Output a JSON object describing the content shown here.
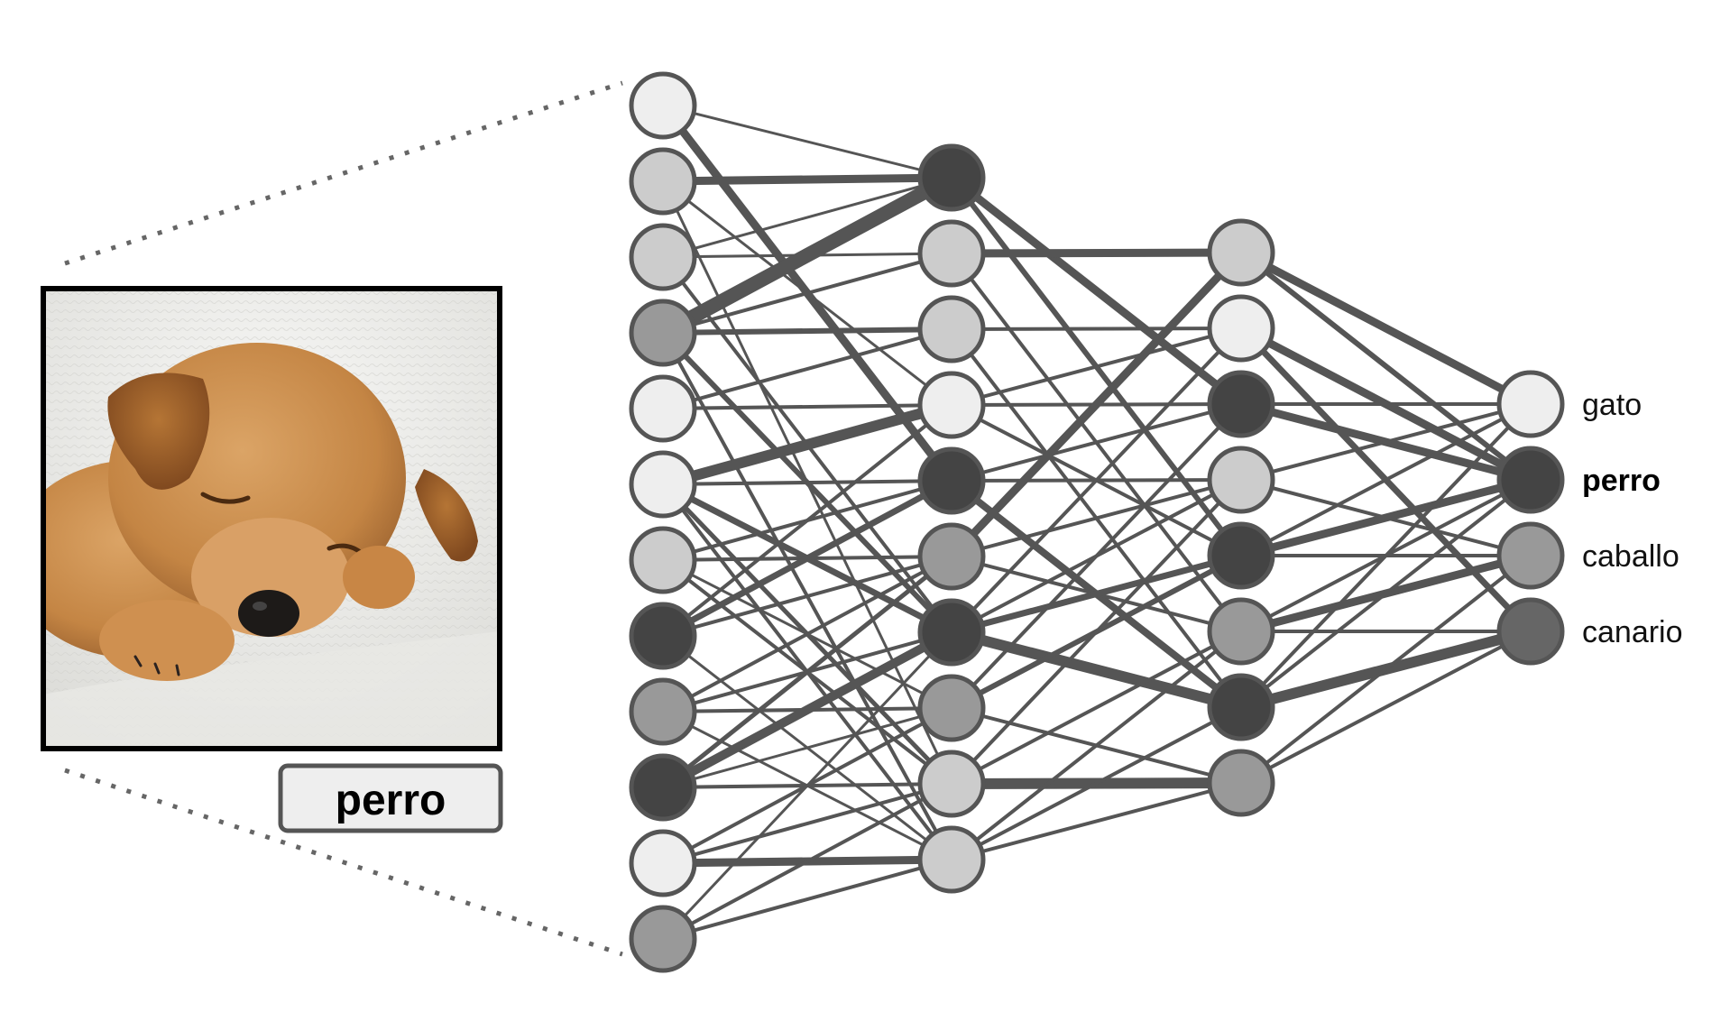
{
  "input_label": "perro",
  "output_labels": [
    {
      "text": "gato",
      "bold": false
    },
    {
      "text": "perro",
      "bold": true
    },
    {
      "text": "caballo",
      "bold": false
    },
    {
      "text": "canario",
      "bold": false
    }
  ],
  "layers": [
    [
      "#eeeeee",
      "#cccccc",
      "#cccccc",
      "#999999",
      "#eeeeee",
      "#eeeeee",
      "#cccccc",
      "#444444",
      "#999999",
      "#444444",
      "#eeeeee",
      "#999999"
    ],
    [
      "#444444",
      "#cccccc",
      "#cccccc",
      "#eeeeee",
      "#444444",
      "#999999",
      "#444444",
      "#999999",
      "#cccccc",
      "#cccccc"
    ],
    [
      "#cccccc",
      "#eeeeee",
      "#444444",
      "#cccccc",
      "#444444",
      "#999999",
      "#444444",
      "#999999"
    ],
    [
      "#eeeeee",
      "#444444",
      "#999999",
      "#666666"
    ]
  ],
  "edges": [
    [
      0,
      0,
      1,
      0,
      3
    ],
    [
      0,
      0,
      1,
      4,
      9
    ],
    [
      0,
      1,
      1,
      0,
      9
    ],
    [
      0,
      1,
      1,
      3,
      3
    ],
    [
      0,
      1,
      1,
      8,
      3
    ],
    [
      0,
      2,
      1,
      0,
      3
    ],
    [
      0,
      2,
      1,
      1,
      3
    ],
    [
      0,
      2,
      1,
      6,
      4
    ],
    [
      0,
      3,
      1,
      0,
      16
    ],
    [
      0,
      3,
      1,
      1,
      4
    ],
    [
      0,
      3,
      1,
      2,
      6
    ],
    [
      0,
      3,
      1,
      6,
      6
    ],
    [
      0,
      3,
      1,
      9,
      4
    ],
    [
      0,
      4,
      1,
      2,
      4
    ],
    [
      0,
      4,
      1,
      3,
      4
    ],
    [
      0,
      5,
      1,
      3,
      12
    ],
    [
      0,
      5,
      1,
      4,
      4
    ],
    [
      0,
      5,
      1,
      6,
      7
    ],
    [
      0,
      5,
      1,
      8,
      5
    ],
    [
      0,
      5,
      1,
      9,
      4
    ],
    [
      0,
      6,
      1,
      4,
      4
    ],
    [
      0,
      6,
      1,
      5,
      4
    ],
    [
      0,
      6,
      1,
      8,
      4
    ],
    [
      0,
      6,
      1,
      7,
      3
    ],
    [
      0,
      7,
      1,
      4,
      7
    ],
    [
      0,
      7,
      1,
      5,
      4
    ],
    [
      0,
      7,
      1,
      3,
      4
    ],
    [
      0,
      7,
      1,
      9,
      3
    ],
    [
      0,
      8,
      1,
      5,
      4
    ],
    [
      0,
      8,
      1,
      7,
      4
    ],
    [
      0,
      8,
      1,
      6,
      4
    ],
    [
      0,
      8,
      1,
      9,
      3
    ],
    [
      0,
      9,
      1,
      6,
      10
    ],
    [
      0,
      9,
      1,
      5,
      5
    ],
    [
      0,
      9,
      1,
      8,
      4
    ],
    [
      0,
      9,
      1,
      7,
      3
    ],
    [
      0,
      10,
      1,
      9,
      9
    ],
    [
      0,
      10,
      1,
      7,
      4
    ],
    [
      0,
      10,
      1,
      8,
      4
    ],
    [
      0,
      11,
      1,
      8,
      4
    ],
    [
      0,
      11,
      1,
      9,
      4
    ],
    [
      0,
      11,
      1,
      6,
      3
    ],
    [
      1,
      0,
      2,
      2,
      9
    ],
    [
      1,
      0,
      2,
      4,
      6
    ],
    [
      1,
      1,
      2,
      0,
      9
    ],
    [
      1,
      1,
      2,
      5,
      4
    ],
    [
      1,
      2,
      2,
      1,
      4
    ],
    [
      1,
      2,
      2,
      6,
      4
    ],
    [
      1,
      3,
      2,
      1,
      4
    ],
    [
      1,
      3,
      2,
      2,
      4
    ],
    [
      1,
      3,
      2,
      4,
      4
    ],
    [
      1,
      4,
      2,
      3,
      4
    ],
    [
      1,
      4,
      2,
      6,
      8
    ],
    [
      1,
      4,
      2,
      2,
      4
    ],
    [
      1,
      5,
      2,
      0,
      9
    ],
    [
      1,
      5,
      2,
      3,
      4
    ],
    [
      1,
      5,
      2,
      5,
      4
    ],
    [
      1,
      6,
      2,
      6,
      12
    ],
    [
      1,
      6,
      2,
      4,
      7
    ],
    [
      1,
      6,
      2,
      3,
      4
    ],
    [
      1,
      6,
      2,
      1,
      4
    ],
    [
      1,
      7,
      2,
      4,
      6
    ],
    [
      1,
      7,
      2,
      2,
      4
    ],
    [
      1,
      7,
      2,
      7,
      4
    ],
    [
      1,
      8,
      2,
      7,
      12
    ],
    [
      1,
      8,
      2,
      5,
      4
    ],
    [
      1,
      8,
      2,
      3,
      4
    ],
    [
      1,
      9,
      2,
      5,
      4
    ],
    [
      1,
      9,
      2,
      7,
      4
    ],
    [
      1,
      9,
      2,
      6,
      4
    ],
    [
      2,
      0,
      3,
      0,
      9
    ],
    [
      2,
      0,
      3,
      1,
      6
    ],
    [
      2,
      1,
      3,
      1,
      9
    ],
    [
      2,
      1,
      3,
      3,
      7
    ],
    [
      2,
      2,
      3,
      1,
      9
    ],
    [
      2,
      2,
      3,
      0,
      4
    ],
    [
      2,
      3,
      3,
      0,
      4
    ],
    [
      2,
      3,
      3,
      2,
      4
    ],
    [
      2,
      4,
      3,
      1,
      9
    ],
    [
      2,
      4,
      3,
      2,
      4
    ],
    [
      2,
      4,
      3,
      0,
      4
    ],
    [
      2,
      5,
      3,
      2,
      9
    ],
    [
      2,
      5,
      3,
      1,
      4
    ],
    [
      2,
      5,
      3,
      3,
      4
    ],
    [
      2,
      6,
      3,
      3,
      12
    ],
    [
      2,
      6,
      3,
      0,
      4
    ],
    [
      2,
      6,
      3,
      1,
      4
    ],
    [
      2,
      7,
      3,
      3,
      4
    ],
    [
      2,
      7,
      3,
      2,
      4
    ]
  ]
}
